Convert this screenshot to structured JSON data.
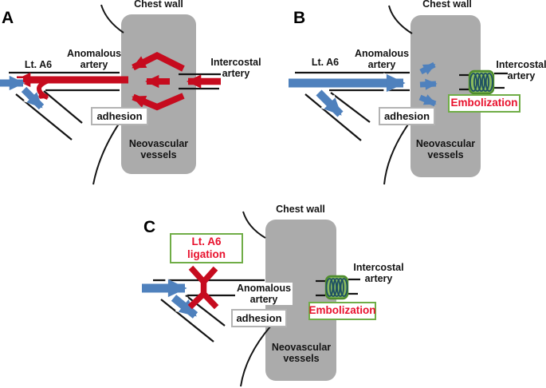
{
  "colors": {
    "arrow_red": "#c60b1e",
    "arrow_blue": "#4f81bd",
    "chest_wall_gray": "#ababab",
    "green_box_border": "#70ad47",
    "adhesion_box_border": "#b3b3b3",
    "coil_fill": "#8abb5e",
    "coil_border": "#4f8d2d",
    "coil_loop": "#1d4f63",
    "red_text": "#e8112d",
    "line_black": "#141414",
    "background": "#ffffff"
  },
  "labels": {
    "chest_wall": "Chest wall",
    "lt_a6": "Lt. A6",
    "anomalous_1": "Anomalous",
    "anomalous_2": "artery",
    "intercostal_1": "Intercostal",
    "intercostal_2": "artery",
    "adhesion": "adhesion",
    "neovascular_1": "Neovascular",
    "neovascular_2": "vessels",
    "embolization": "Embolization",
    "ligation_1": "Lt. A6",
    "ligation_2": "ligation"
  },
  "panels": {
    "a": {
      "letter": "A"
    },
    "b": {
      "letter": "B"
    },
    "c": {
      "letter": "C"
    }
  }
}
